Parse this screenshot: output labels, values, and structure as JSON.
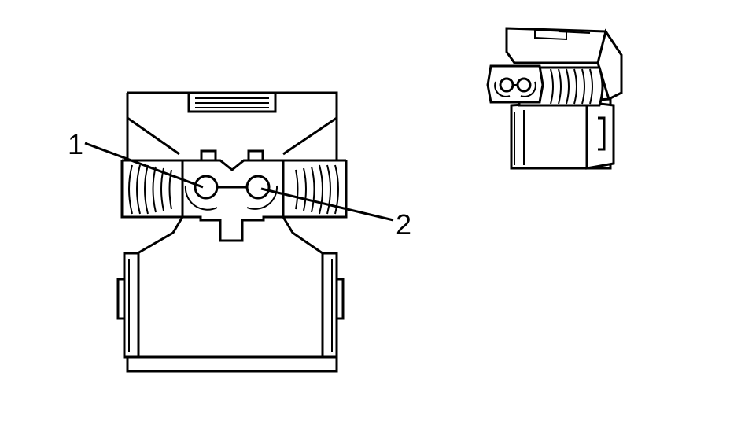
{
  "diagram": {
    "callouts": [
      {
        "label": "1",
        "target": "terminal-1"
      },
      {
        "label": "2",
        "target": "terminal-2"
      }
    ],
    "line_color": "#000000",
    "background": "#ffffff"
  }
}
